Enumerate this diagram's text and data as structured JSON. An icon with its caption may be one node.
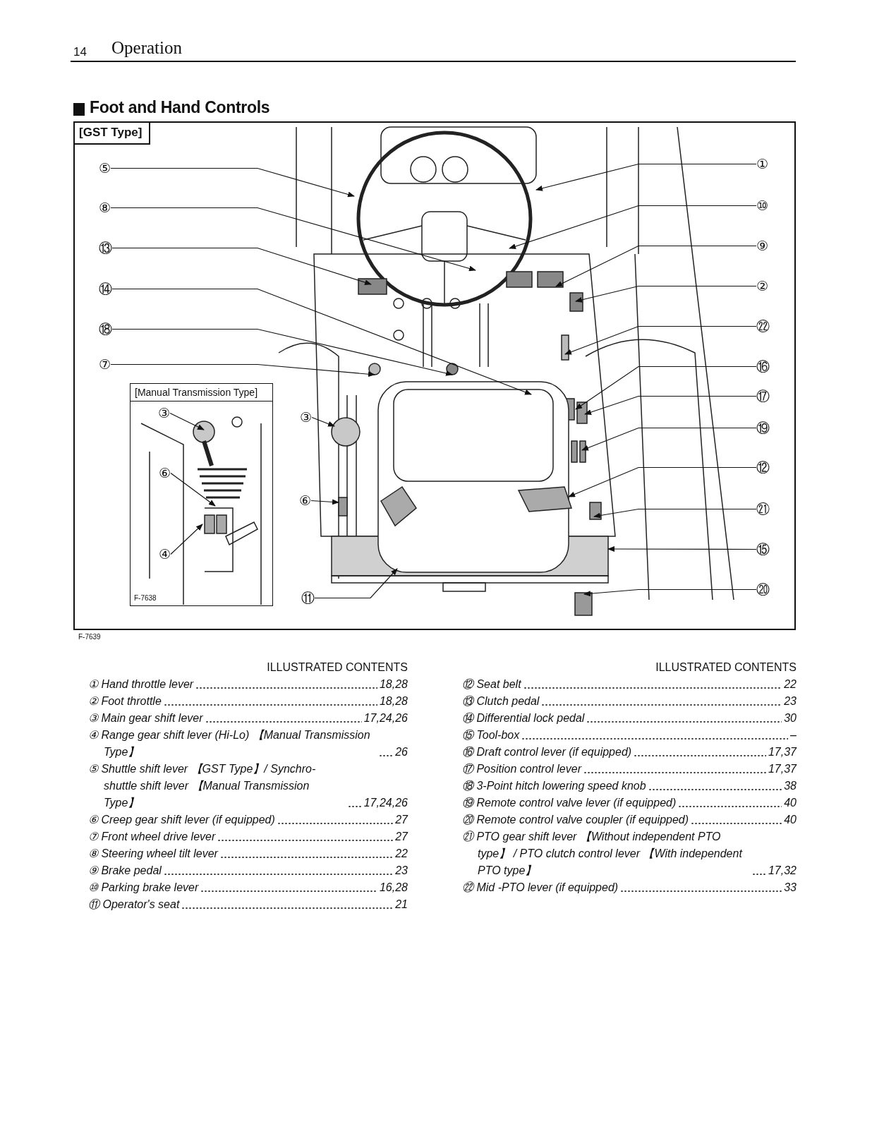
{
  "diagram": {
    "title": "Foot and Hand Controls",
    "nodes": [
      {
        "text": [
          "[GST Type]",
          "F-7639"
        ]
      },
      {
        "text": [
          "[Manual Transmission Type]",
          "F-7638"
        ],
        "in": 0
      },
      {
        "text": [
          "③"
        ],
        "in": 1
      },
      {
        "text": [
          "⑥"
        ],
        "in": 1
      },
      {
        "text": [
          "④"
        ],
        "in": 1
      },
      {
        "text": [
          "⑤"
        ],
        "in": 0
      },
      {
        "text": [
          "⑧"
        ],
        "in": 0
      },
      {
        "text": [
          "⑬"
        ],
        "in": 0
      },
      {
        "text": [
          "⑭"
        ],
        "in": 0
      },
      {
        "text": [
          "⑱"
        ],
        "in": 0
      },
      {
        "text": [
          "⑦"
        ],
        "in": 0
      },
      {
        "text": [
          "①"
        ],
        "in": 0
      },
      {
        "text": [
          "⑩"
        ],
        "in": 0
      },
      {
        "text": [
          "⑨"
        ],
        "in": 0
      },
      {
        "text": [
          "②"
        ],
        "in": 0
      },
      {
        "text": [
          "㉒"
        ],
        "in": 0
      },
      {
        "text": [
          "⑯"
        ],
        "in": 0
      },
      {
        "text": [
          "⑰"
        ],
        "in": 0
      },
      {
        "text": [
          "⑲"
        ],
        "in": 0
      },
      {
        "text": [
          "⑫"
        ],
        "in": 0
      },
      {
        "text": [
          "㉑"
        ],
        "in": 0
      },
      {
        "text": [
          "⑮"
        ],
        "in": 0
      },
      {
        "text": [
          "⑳"
        ],
        "in": 0
      },
      {
        "text": [
          "③"
        ],
        "in": 0
      },
      {
        "text": [
          "⑥"
        ],
        "in": 0
      },
      {
        "text": [
          "⑪"
        ],
        "in": 0
      }
    ],
    "edges": [
      {
        "from": 2,
        "to": null,
        "arrow": "to"
      },
      {
        "from": 3,
        "to": null,
        "arrow": "to"
      },
      {
        "from": 4,
        "to": null,
        "arrow": "to"
      },
      {
        "from": 5,
        "to": null,
        "arrow": "to"
      },
      {
        "from": 6,
        "to": null,
        "arrow": "to"
      },
      {
        "from": 7,
        "to": null,
        "arrow": "to"
      },
      {
        "from": 8,
        "to": null,
        "arrow": "to"
      },
      {
        "from": 9,
        "to": null,
        "arrow": "to"
      },
      {
        "from": 10,
        "to": null,
        "arrow": "to"
      },
      {
        "from": 11,
        "to": null,
        "arrow": "to"
      },
      {
        "from": 12,
        "to": null,
        "arrow": "to"
      },
      {
        "from": 13,
        "to": null,
        "arrow": "to"
      },
      {
        "from": 14,
        "to": null,
        "arrow": "to"
      },
      {
        "from": 15,
        "to": null,
        "arrow": "to"
      },
      {
        "from": 16,
        "to": null,
        "arrow": "to"
      },
      {
        "from": 17,
        "to": null,
        "arrow": "to"
      },
      {
        "from": 18,
        "to": null,
        "arrow": "to"
      },
      {
        "from": 19,
        "to": null,
        "arrow": "to"
      },
      {
        "from": 20,
        "to": null,
        "arrow": "to"
      },
      {
        "from": 21,
        "to": null,
        "arrow": "to"
      },
      {
        "from": 22,
        "to": null,
        "arrow": "to"
      },
      {
        "from": 23,
        "to": null,
        "arrow": "to"
      },
      {
        "from": 24,
        "to": null,
        "arrow": "to"
      },
      {
        "from": 25,
        "to": null,
        "arrow": "to"
      }
    ],
    "labels": [
      "14",
      "Operation",
      "ILLUSTRATED CONTENTS",
      "① Hand throttle lever",
      "18,28",
      "② Foot throttle",
      "18,28",
      "③ Main gear shift lever",
      "17,24,26",
      "④ Range gear shift lever (Hi-Lo) 【Manual Transmission Type】",
      "26",
      "⑤ Shuttle shift lever 【GST Type】/ Synchro-shuttle shift lever 【Manual Transmission Type】",
      "17,24,26",
      "⑥ Creep gear shift lever (if equipped)",
      "27",
      "⑦ Front wheel drive lever",
      "27",
      "⑧ Steering wheel tilt lever",
      "22",
      "⑨ Brake pedal",
      "23",
      "⑩ Parking brake lever",
      "16,28",
      "⑪ Operator's seat",
      "21",
      "ILLUSTRATED CONTENTS",
      "⑫ Seat belt",
      "22",
      "⑬ Clutch pedal",
      "23",
      "⑭ Differential lock pedal",
      "30",
      "⑮ Tool-box",
      "–",
      "⑯ Draft control lever (if equipped)",
      "17,37",
      "⑰ Position control lever",
      "17,37",
      "⑱ 3-Point hitch lowering speed knob",
      "38",
      "⑲ Remote control valve lever (if equipped)",
      "40",
      "⑳ Remote control valve coupler (if equipped)",
      "40",
      "㉑ PTO gear shift lever 【Without independent PTO type】 / PTO clutch control lever 【With independent PTO type】",
      "17,32",
      "㉒ Mid -PTO lever (if equipped)",
      "33"
    ]
  }
}
